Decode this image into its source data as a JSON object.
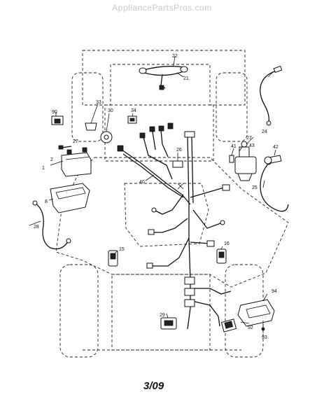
{
  "header": {
    "watermark": "AppliancePartsPros.com"
  },
  "footer": {
    "page_label": "3/09"
  },
  "callouts": {
    "c1": "1",
    "c2": "2",
    "c8": "8",
    "c15": "15",
    "c16": "16",
    "c21": "21",
    "c22": "22",
    "c24": "24",
    "c25": "25",
    "c26": "26",
    "c27a": "27",
    "c27b": "27",
    "c28": "28",
    "c29": "29",
    "c30": "30",
    "c33": "33",
    "c34": "34",
    "c40": "40",
    "c41": "41",
    "c42": "42",
    "c43": "43",
    "c90": "90",
    "c92": "92",
    "c93": "93",
    "c94": "94"
  }
}
